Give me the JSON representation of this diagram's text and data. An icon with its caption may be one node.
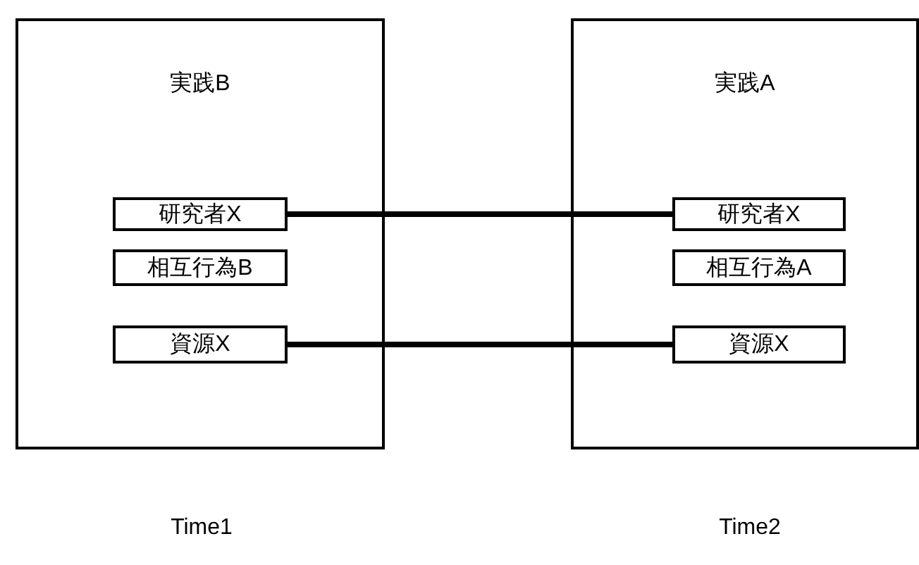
{
  "diagram": {
    "nodes": [
      {
        "text": [
          "実践B"
        ]
      },
      {
        "text": [
          "研究者X"
        ],
        "in": 0
      },
      {
        "text": [
          "相互行為B"
        ],
        "in": 0
      },
      {
        "text": [
          "資源X"
        ],
        "in": 0
      },
      {
        "text": [
          "実践A"
        ]
      },
      {
        "text": [
          "研究者X"
        ],
        "in": 4
      },
      {
        "text": [
          "相互行為A"
        ],
        "in": 4
      },
      {
        "text": [
          "資源X"
        ],
        "in": 4
      }
    ],
    "edges": [
      {
        "from": 1,
        "to": 5,
        "arrow": "none"
      },
      {
        "from": 3,
        "to": 7,
        "arrow": "none"
      }
    ],
    "labels": [
      "Time1",
      "Time2"
    ]
  }
}
